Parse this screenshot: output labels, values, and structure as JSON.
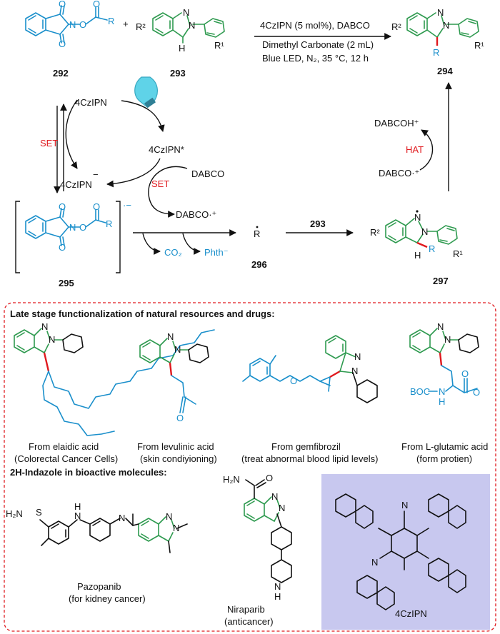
{
  "scheme": {
    "compound_292": "292",
    "compound_293": "293",
    "compound_294": "294",
    "compound_295": "295",
    "compound_296": "296",
    "compound_297": "297",
    "plus": "+",
    "cond_line1": "4CzIPN (5 mol%), DABCO",
    "cond_line2": "Dimethyl Carbonate (2 mL)",
    "cond_line3": "Blue LED, N₂, 35 °C, 12 h",
    "sub_R": "R",
    "sub_R1": "R¹",
    "sub_R2": "R²",
    "atom_O": "O",
    "atom_N": "N",
    "atom_H": "H",
    "cat_ground": "4CzIPN",
    "cat_excited": "4CzIPN*",
    "cat_reduced": "4CzIPN",
    "set_label": "SET",
    "hat_label": "HAT",
    "dabco": "DABCO",
    "dabco_radical_cation": "DABCO·⁺",
    "dabcoh_cation": "DABCOH⁺",
    "co2": "CO₂",
    "phth_anion": "Phth⁻",
    "radical_R": "R",
    "arrow_reagent_293": "293"
  },
  "late_stage": {
    "heading": "Late stage functionalization of natural resources and drugs:",
    "items": [
      {
        "line1": "From elaidic acid",
        "line2": "(Colorectal Cancer Cells)"
      },
      {
        "line1": "From levulinic acid",
        "line2": "(skin condiyioning)"
      },
      {
        "line1": "From gemfibrozil",
        "line2": "(treat abnormal blood lipid levels)"
      },
      {
        "line1": "From L-glutamic acid",
        "line2": "(form protien)"
      }
    ],
    "boc_label": "BOC",
    "nh_label": "N",
    "h_label": "H",
    "o_label": "O"
  },
  "bioactive": {
    "heading": "2H-Indazole in bioactive molecules:",
    "pazopanib_name": "Pazopanib",
    "pazopanib_use": "(for kidney cancer)",
    "niraparib_name": "Niraparib",
    "niraparib_use": "(anticancer)",
    "cat_name": "4CzIPN",
    "h2n_s": "H₂N",
    "s_label": "S",
    "h2n_amide": "H₂N",
    "nh_pip": "N",
    "cn_label": "N"
  },
  "colors": {
    "blue": "#1a8fcb",
    "green": "#2e9a4f",
    "red": "#e0191e",
    "panel_bg": "#c8c8ef",
    "box_border": "#e0191e",
    "bulb": "#5fd3e8"
  }
}
